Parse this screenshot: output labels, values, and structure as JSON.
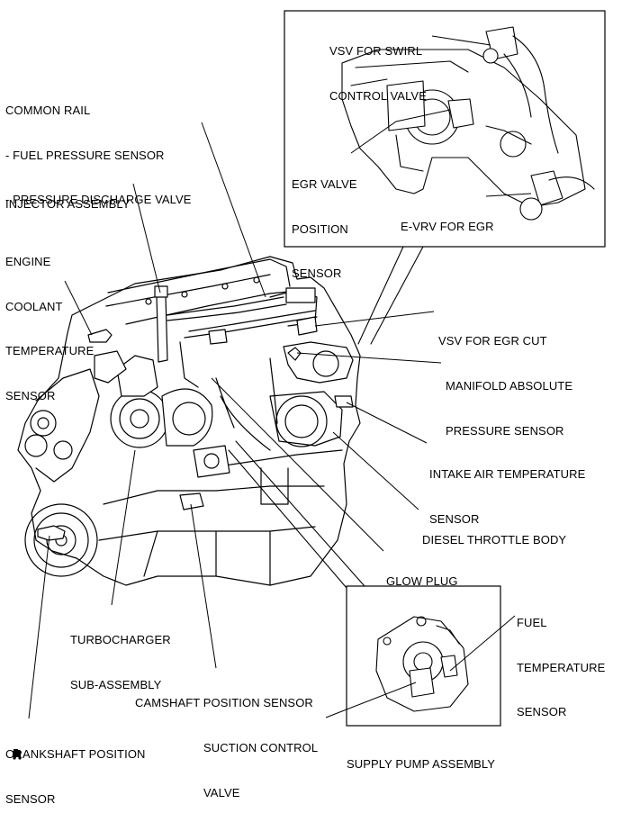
{
  "labels": {
    "common_rail": [
      "COMMON RAIL",
      "- FUEL PRESSURE SENSOR",
      "- PRESSURE DISCHARGE VALVE"
    ],
    "injector": [
      "INJECTOR ASSEMBLY"
    ],
    "coolant_sensor": [
      "ENGINE",
      "COOLANT",
      "TEMPERATURE",
      "SENSOR"
    ],
    "vsv_swirl": [
      "VSV FOR SWIRL",
      "CONTROL VALVE"
    ],
    "egr_position": [
      "EGR VALVE",
      "POSITION",
      "SENSOR"
    ],
    "e_vrv": [
      "E-VRV FOR EGR"
    ],
    "vsv_egr_cut": [
      "VSV FOR EGR CUT"
    ],
    "map_sensor": [
      "MANIFOLD ABSOLUTE",
      "PRESSURE SENSOR"
    ],
    "intake_air_temp": [
      "INTAKE AIR TEMPERATURE",
      "SENSOR"
    ],
    "throttle_body": [
      "DIESEL THROTTLE BODY"
    ],
    "glow_plug": [
      "GLOW PLUG"
    ],
    "turbocharger": [
      "TURBOCHARGER",
      "SUB-ASSEMBLY"
    ],
    "camshaft": [
      "CAMSHAFT POSITION SENSOR"
    ],
    "crankshaft": [
      "CRANKSHAFT POSITION",
      "SENSOR"
    ],
    "fuel_temp": [
      "FUEL",
      "TEMPERATURE",
      "SENSOR"
    ],
    "suction_control": [
      "SUCTION CONTROL",
      "VALVE"
    ],
    "supply_pump": [
      "SUPPLY PUMP ASSEMBLY"
    ]
  },
  "icons": {
    "corner_mark": "vehicle-icon"
  }
}
